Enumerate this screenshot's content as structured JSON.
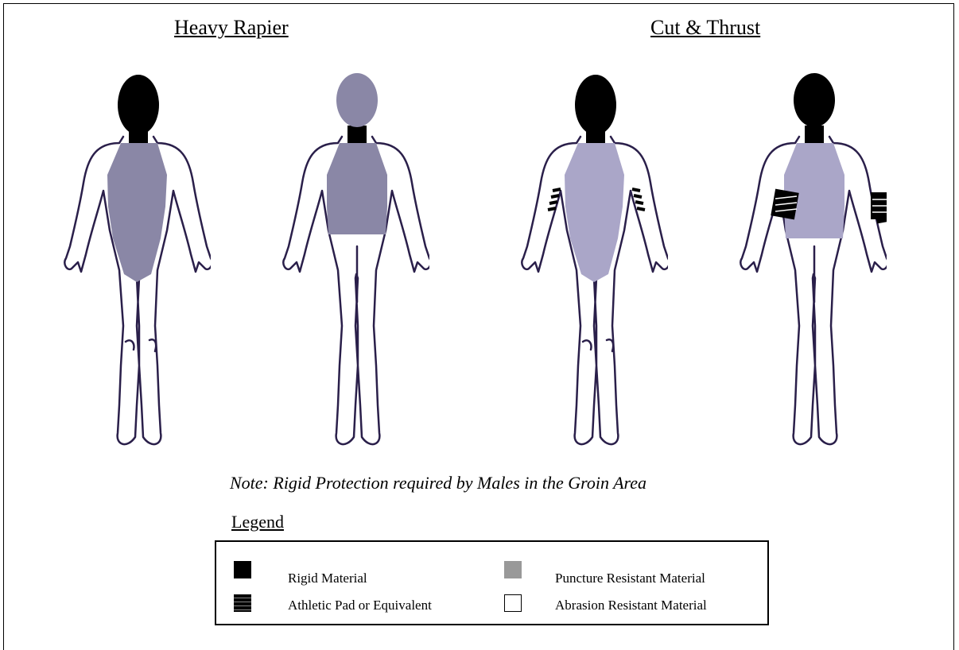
{
  "headings": {
    "left": "Heavy Rapier",
    "right": "Cut & Thrust"
  },
  "note": "Note: Rigid Protection required by Males in the Groin Area",
  "legend": {
    "title": "Legend",
    "items": [
      {
        "label": "Rigid Material",
        "swatch": "solid-black",
        "color": "#000000"
      },
      {
        "label": "Puncture Resistant Material",
        "swatch": "solid-gray",
        "color": "#999999"
      },
      {
        "label": "Athletic Pad or Equivalent",
        "swatch": "striped-black",
        "color": "#000000"
      },
      {
        "label": "Abrasion Resistant Material",
        "swatch": "outline-white",
        "color": "#ffffff"
      }
    ]
  },
  "colors": {
    "rigid": "#000000",
    "puncture_heavy_rapier": "#8a87a6",
    "puncture_cut_thrust": "#aaa6c8",
    "outline": "#2a1f4a"
  },
  "figures": [
    {
      "group": "Heavy Rapier",
      "view": "front",
      "head": "rigid",
      "neck": "rigid",
      "torso": "puncture",
      "arm_pads": "none"
    },
    {
      "group": "Heavy Rapier",
      "view": "back",
      "head": "puncture",
      "neck": "rigid",
      "torso": "puncture",
      "arm_pads": "none"
    },
    {
      "group": "Cut & Thrust",
      "view": "front",
      "head": "rigid",
      "neck": "rigid",
      "torso": "puncture",
      "arm_pads": "athletic"
    },
    {
      "group": "Cut & Thrust",
      "view": "back",
      "head": "rigid",
      "neck": "rigid",
      "torso": "puncture",
      "arm_pads": "athletic"
    }
  ]
}
